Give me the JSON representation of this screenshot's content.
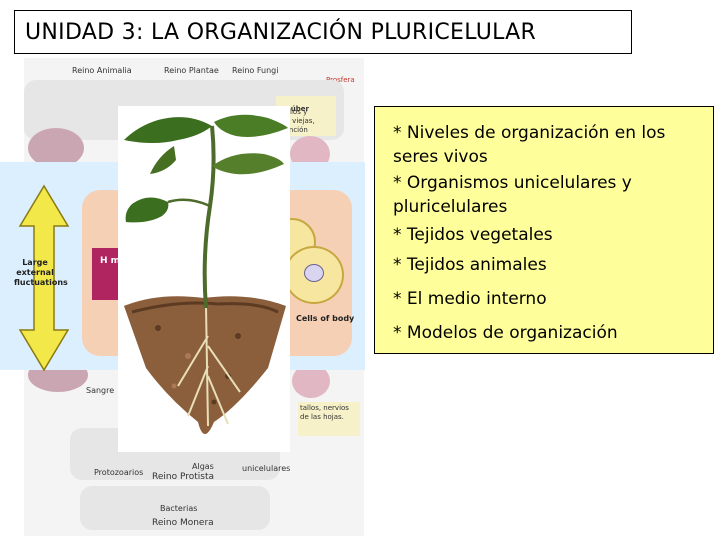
{
  "slide": {
    "title": "UNIDAD 3: LA ORGANIZACIÓN PLURICELULAR"
  },
  "topics": [
    "* Niveles de organización en los seres vivos",
    "* Organismos unicelulares y pluricelulares",
    "* Tejidos vegetales",
    "* Tejidos animales",
    "* El medio interno",
    "* Modelos de organización"
  ],
  "diagram": {
    "kingdoms": [
      "Reino Animalia",
      "Reino Plantae",
      "Reino Fungi",
      "Reino Protista",
      "Reino Monera"
    ],
    "small_labels": {
      "suber": "Súber",
      "suber_note": "tallos y\nes viejas,\nfunción",
      "sangre": "Sangre",
      "tallos_note": "tallos, nervios\nde las hojas.",
      "protozoarios": "Protozoarios",
      "algas": "Algas",
      "unicelulares": "unicelulares",
      "bacterias": "Bacterias",
      "prosfera": "Prosfera"
    }
  },
  "homeostasis": {
    "arrow_label": "Large external fluctuations",
    "box_label": "H m",
    "cells_label": "Cells of body"
  },
  "colors": {
    "content_bg": "#fefe9a",
    "homeostasis_bg": "#dcefff",
    "arrow": "#f3e84a",
    "box": "#b02460"
  }
}
